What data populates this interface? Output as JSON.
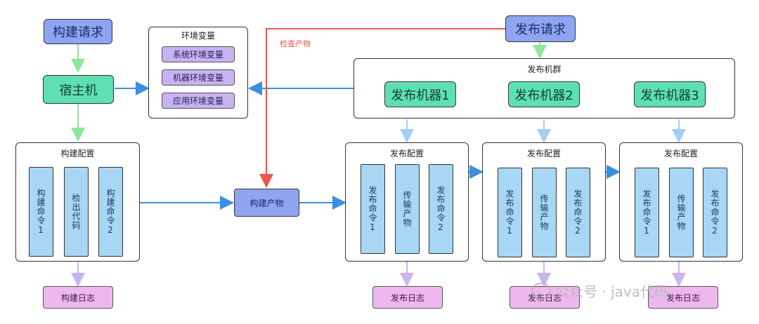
{
  "nodes": {
    "build_request": "构建请求",
    "host": "宿主机",
    "release_request": "发布请求",
    "artifact": "构建产物",
    "build_log": "构建日志",
    "release_log_1": "发布日志",
    "release_log_2": "发布日志",
    "release_log_3": "发布日志"
  },
  "env_vars": {
    "title": "环境变量",
    "items": [
      "系统环境变量",
      "机器环境变量",
      "应用环境变量"
    ]
  },
  "release_cluster": {
    "title": "发布机群",
    "machines": [
      "发布机器1",
      "发布机器2",
      "发布机器3"
    ]
  },
  "build_config": {
    "title": "构建配置",
    "steps": [
      "构建命令1",
      "检出代码",
      "构建命令2"
    ]
  },
  "release_configs": [
    {
      "title": "发布配置",
      "steps": [
        "发布命令1",
        "传输产物",
        "发布命令2"
      ]
    },
    {
      "title": "发布配置",
      "steps": [
        "发布命令1",
        "传输产物",
        "发布命令2"
      ]
    },
    {
      "title": "发布配置",
      "steps": [
        "发布命令1",
        "传输产物",
        "发布命令2"
      ]
    }
  ],
  "edge_labels": {
    "check_artifact": "检查产物"
  },
  "watermark": {
    "text": "公众号 · java代码"
  },
  "colors": {
    "request_blue": "#8ea5f2",
    "host_green": "#5fe0b3",
    "env_lavender": "#c7b3f2",
    "column_blue": "#a8d6f5",
    "log_pink": "#eeb8ef",
    "arrow_blue": "#3b8fe0",
    "arrow_green": "#8ee69a",
    "arrow_purple": "#c9b3f0",
    "arrow_light_blue": "#9fd0f2",
    "arrow_red": "#f0554a"
  }
}
